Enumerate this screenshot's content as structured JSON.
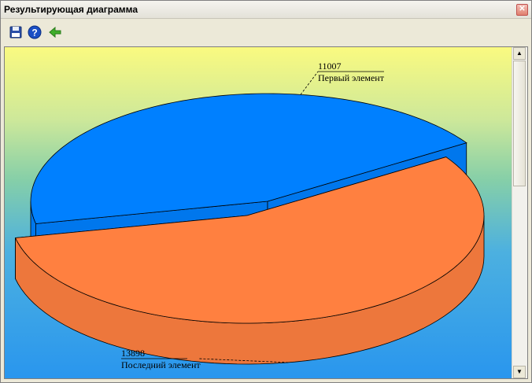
{
  "window": {
    "title": "Результирующая диаграмма",
    "close_glyph": "✕"
  },
  "toolbar": {
    "buttons": [
      {
        "icon": "save-icon"
      },
      {
        "icon": "help-icon"
      },
      {
        "icon": "back-arrow-icon"
      }
    ]
  },
  "colors": {
    "slice_first": "#0080ff",
    "slice_last": "#ff8040",
    "background_top": "#fafa80",
    "background_bottom": "#2996ee"
  },
  "chart_data": {
    "type": "pie",
    "style": "3d",
    "slices": [
      {
        "label": "Первый элемент",
        "value": 11007,
        "value_label": "11007"
      },
      {
        "label": "Последний элемент",
        "value": 13898,
        "value_label": "13898"
      }
    ],
    "legend": "none",
    "grid": false
  },
  "scrollbar": {
    "up_glyph": "▲",
    "down_glyph": "▼"
  }
}
